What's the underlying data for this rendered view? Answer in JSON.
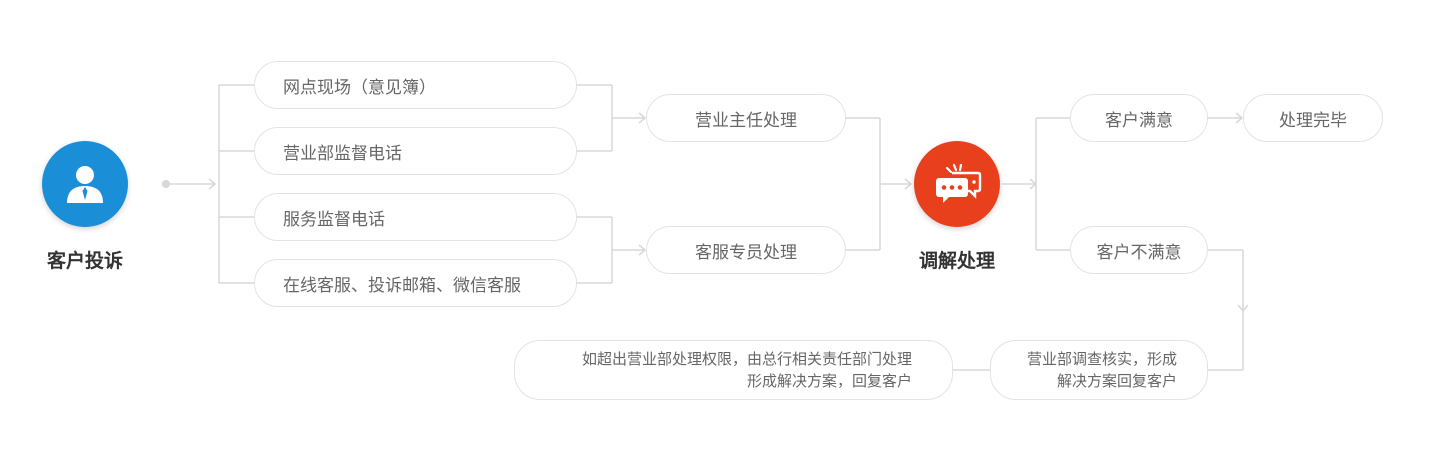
{
  "start": {
    "label": "客户投诉",
    "icon": "user-icon",
    "color": "#1a8fd8"
  },
  "channels": [
    "网点现场（意见簿）",
    "营业部监督电话",
    "服务监督电话",
    "在线客服、投诉邮箱、微信客服"
  ],
  "handlers": [
    "营业主任处理",
    "客服专员处理"
  ],
  "mediation": {
    "label": "调解处理",
    "icon": "chat-bubbles-icon",
    "color": "#e8401d"
  },
  "outcomes": {
    "satisfied": "客户满意",
    "done": "处理完毕",
    "unsatisfied": "客户不满意"
  },
  "review": {
    "line1": "营业部调查核实，形成",
    "line2": "解决方案回复客户"
  },
  "escalation": {
    "line1": "如超出营业部处理权限，由总行相关责任部门处理",
    "line2": "形成解决方案，回复客户"
  }
}
